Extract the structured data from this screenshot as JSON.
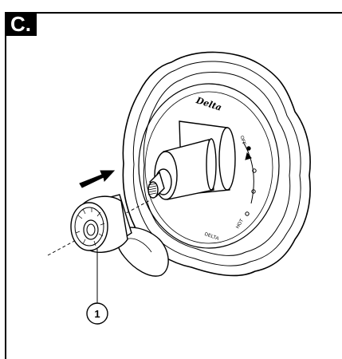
{
  "step_label": "C.",
  "callouts": [
    {
      "number": "1"
    }
  ],
  "brand_text": "Delta",
  "faceplate_marks": {
    "top": "OFF",
    "bottom": "HOT",
    "small_print": "DELTA"
  }
}
